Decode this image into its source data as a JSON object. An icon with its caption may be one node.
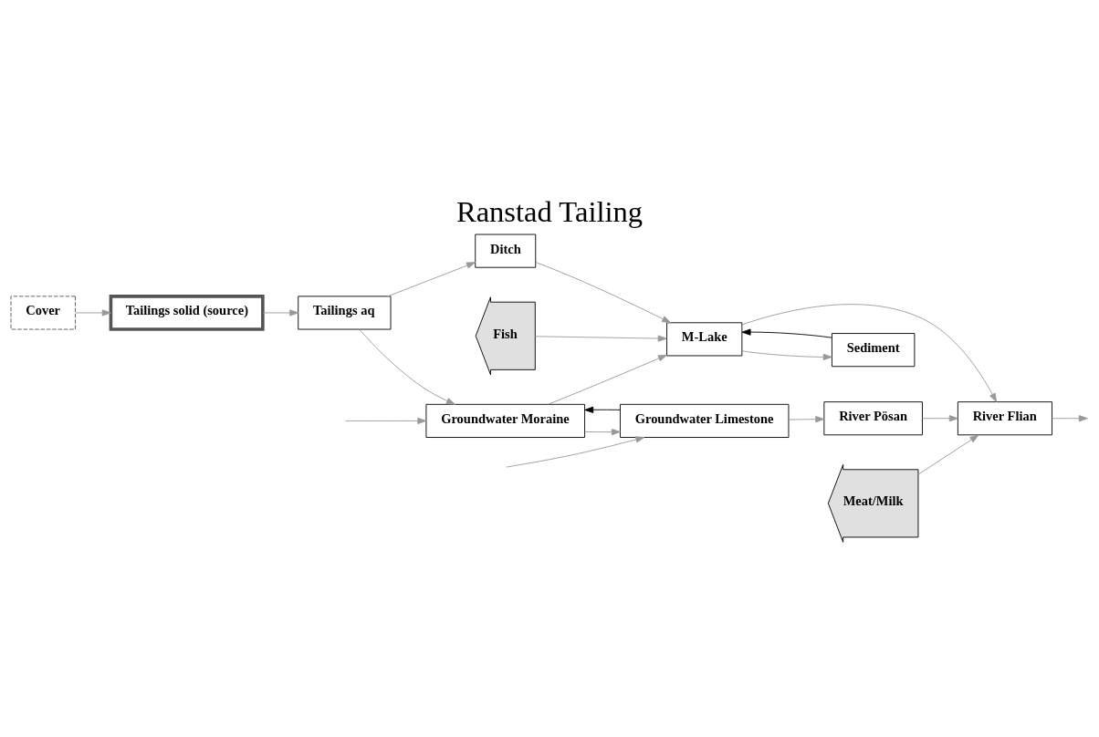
{
  "diagram": {
    "title": "Ranstad Tailing",
    "nodes": [
      {
        "text": [
          "Cover"
        ]
      },
      {
        "text": [
          "Tailings solid (source)"
        ]
      },
      {
        "text": [
          "Tailings aq"
        ]
      },
      {
        "text": [
          "Ditch"
        ]
      },
      {
        "text": [
          "M-Lake"
        ]
      },
      {
        "text": [
          "River Flian"
        ]
      },
      {
        "text": [
          "Groundwater Moraine"
        ]
      },
      {
        "text": [
          "Sediment"
        ]
      },
      {
        "text": [
          "Groundwater Limestone"
        ]
      },
      {
        "text": [
          "River Pösan"
        ]
      },
      {
        "text": [
          "Fish"
        ]
      },
      {
        "text": [
          "Meat/Milk"
        ]
      }
    ],
    "edges": [
      {
        "from": 0,
        "to": 1,
        "arrow": "to"
      },
      {
        "from": 1,
        "to": 2,
        "arrow": "to"
      },
      {
        "from": 2,
        "to": 3,
        "arrow": "to"
      },
      {
        "from": 2,
        "to": 6,
        "arrow": "to"
      },
      {
        "from": 3,
        "to": 4,
        "arrow": "to"
      },
      {
        "from": 6,
        "to": 4,
        "arrow": "to"
      },
      {
        "from": 4,
        "to": 5,
        "arrow": "to"
      },
      {
        "from": 4,
        "to": 7,
        "arrow": "to"
      },
      {
        "from": 7,
        "to": 4,
        "arrow": "to",
        "color": "#000000"
      },
      {
        "from": 6,
        "to": 8,
        "arrow": "to"
      },
      {
        "from": 8,
        "to": 6,
        "arrow": "to",
        "color": "#000000"
      },
      {
        "from": 8,
        "to": 9,
        "arrow": "to"
      },
      {
        "from": 9,
        "to": 5,
        "arrow": "to"
      },
      {
        "from": 5,
        "to": null,
        "arrow": "to"
      },
      {
        "from": null,
        "to": 6,
        "arrow": "to"
      },
      {
        "from": null,
        "to": 8,
        "arrow": "to"
      },
      {
        "from": 10,
        "to": 4,
        "arrow": "to"
      },
      {
        "from": 11,
        "to": 5,
        "arrow": "to"
      }
    ]
  }
}
